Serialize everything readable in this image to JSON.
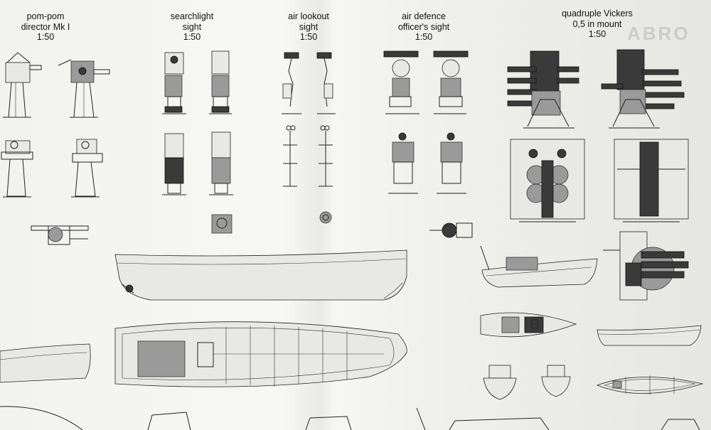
{
  "sheet": {
    "headers": [
      {
        "id": "pompom",
        "line1": "pom-pom",
        "line2": "director Mk I",
        "scale": "1:50"
      },
      {
        "id": "searchlight",
        "line1": "searchlight",
        "line2": "sight",
        "scale": "1:50"
      },
      {
        "id": "airlookout",
        "line1": "air lookout",
        "line2": "sight",
        "scale": "1:50"
      },
      {
        "id": "airdefence",
        "line1": "air defence",
        "line2": "officer's sight",
        "scale": "1:50"
      },
      {
        "id": "vickers",
        "line1": "quadruple Vickers",
        "line2": "0,5 in mount",
        "scale": "1:50"
      }
    ],
    "watermark": "ABRO"
  }
}
